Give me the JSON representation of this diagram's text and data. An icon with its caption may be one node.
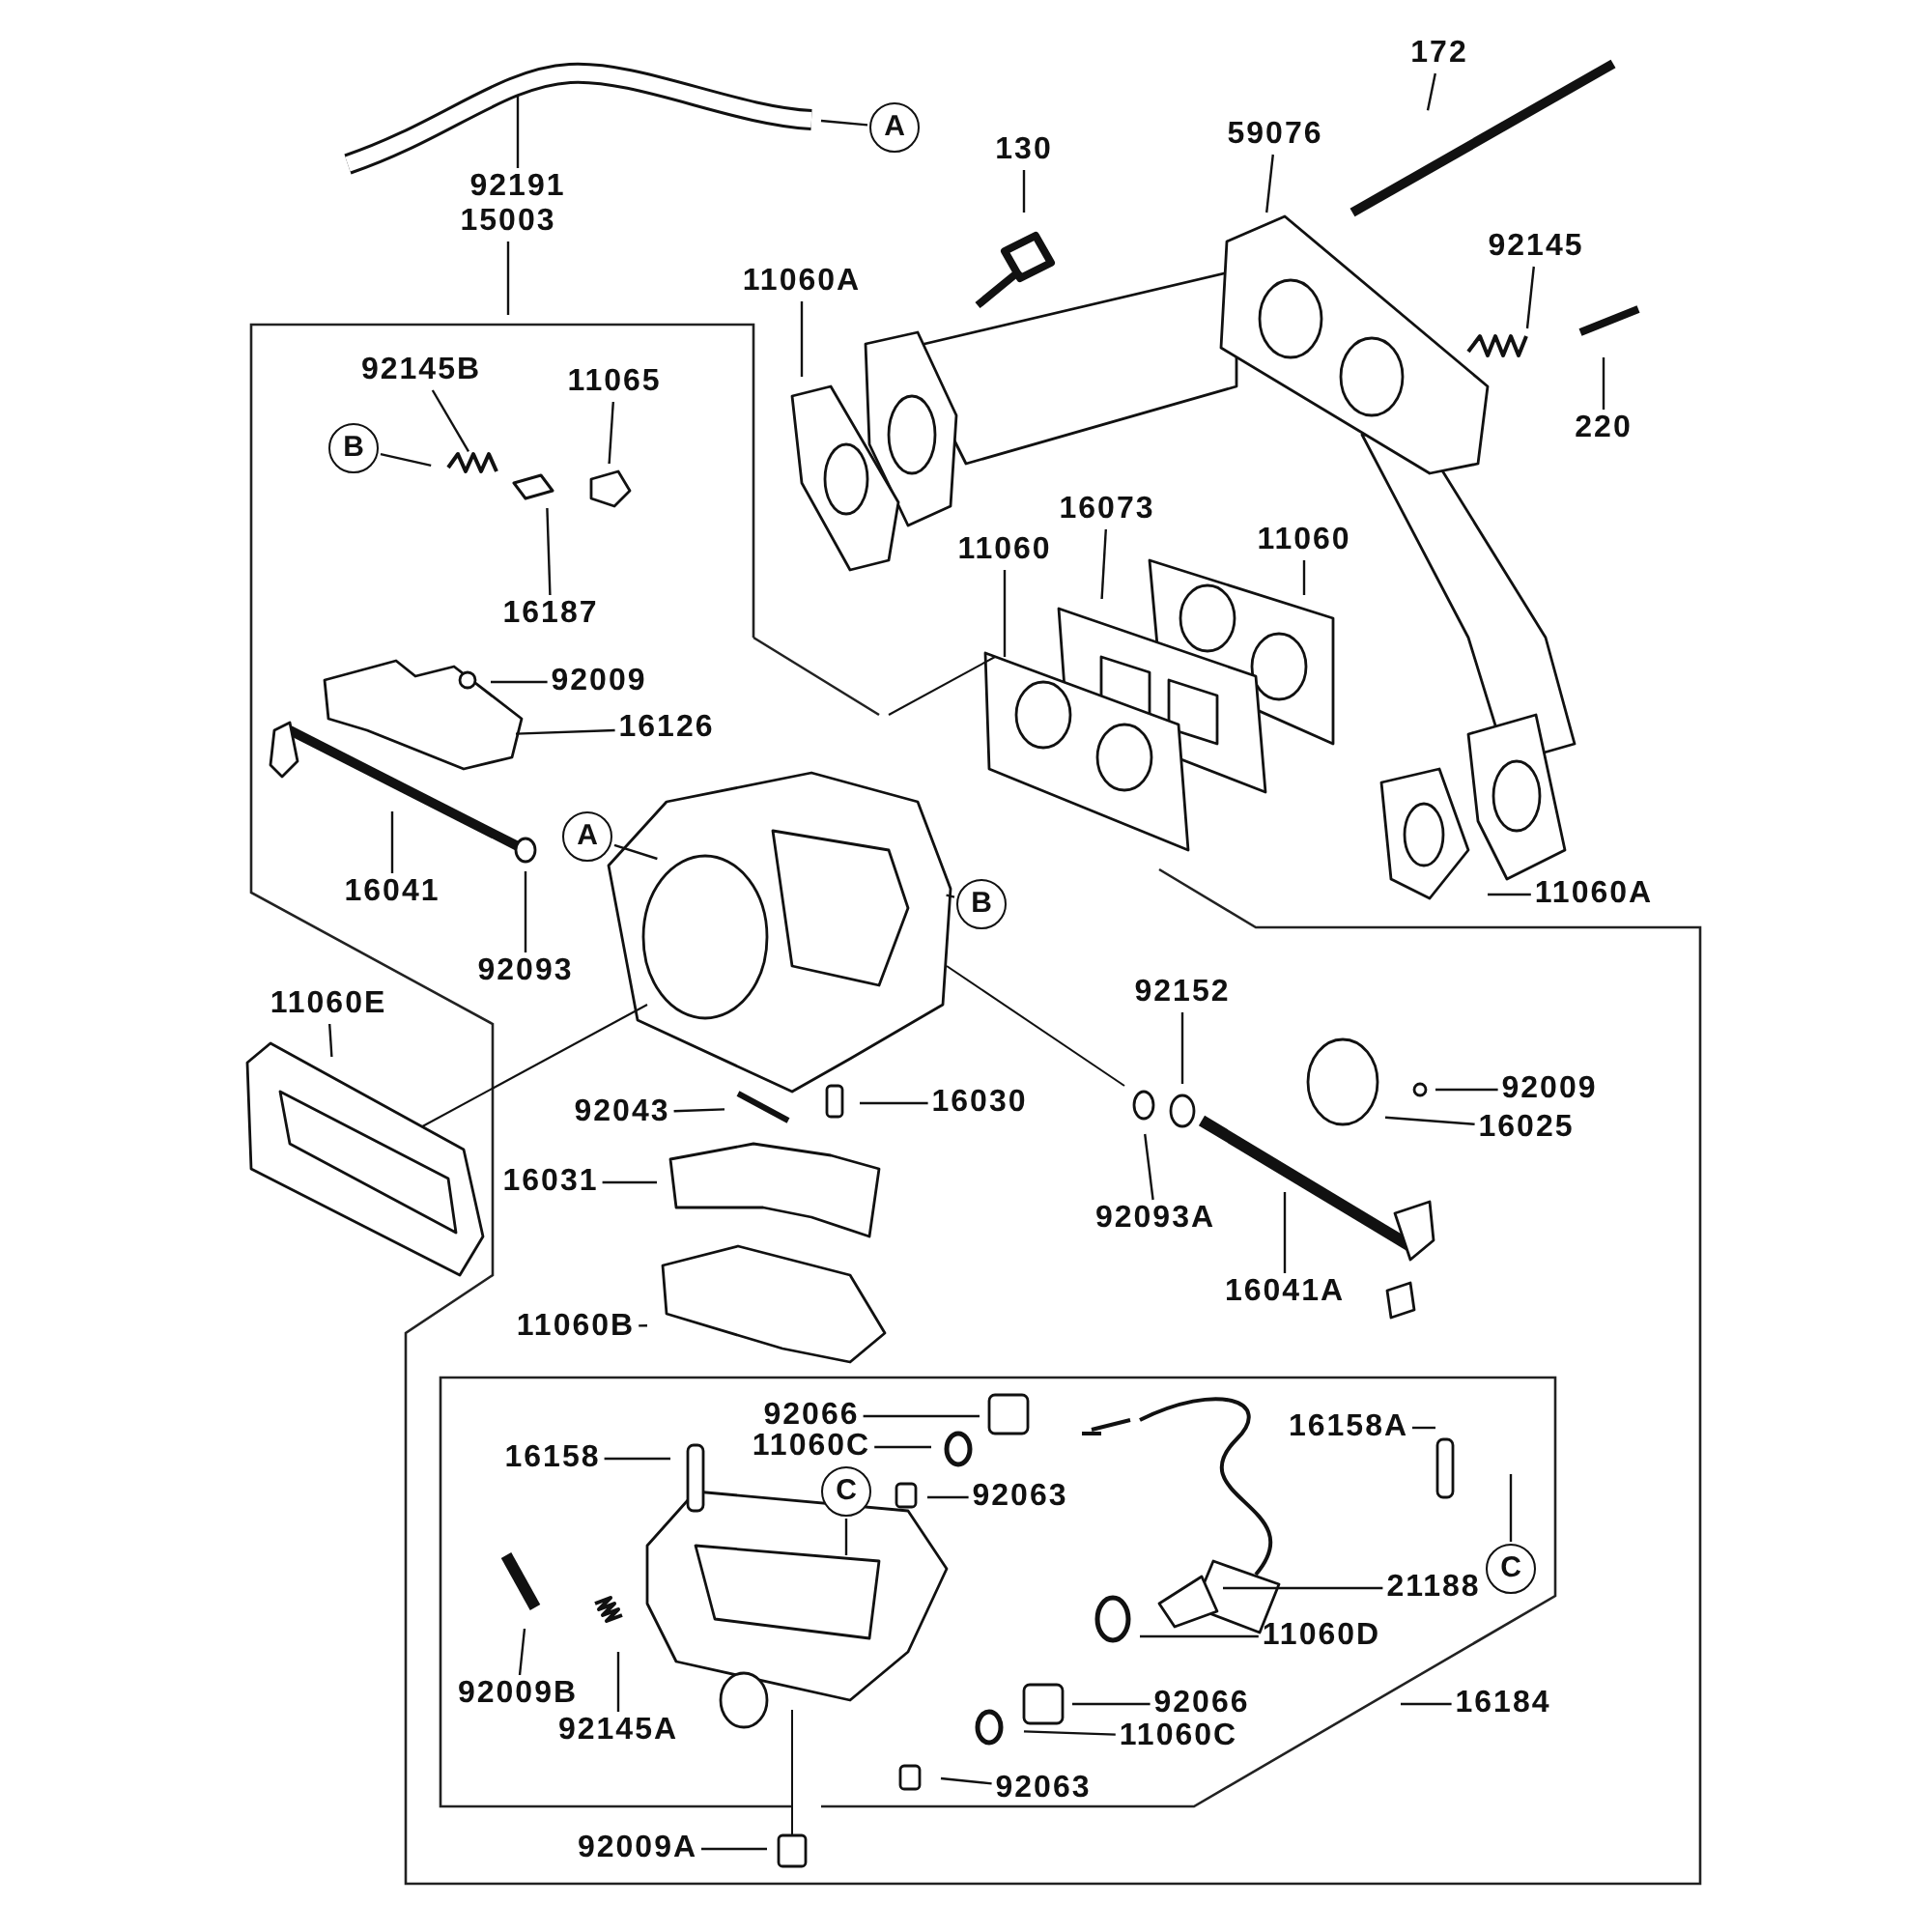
{
  "diagram": {
    "nodes": [
      {
        "text": [
          "172"
        ]
      },
      {
        "text": [
          "59076"
        ]
      },
      {
        "text": [
          "130"
        ]
      },
      {
        "text": [
          "92145"
        ]
      },
      {
        "text": [
          "11060A"
        ]
      },
      {
        "text": [
          "220"
        ]
      },
      {
        "text": [
          "92191"
        ]
      },
      {
        "text": [
          "A"
        ]
      },
      {
        "text": [
          "15003"
        ]
      },
      {
        "text": [
          "92145B"
        ]
      },
      {
        "text": [
          "11065"
        ]
      },
      {
        "text": [
          "B"
        ]
      },
      {
        "text": [
          "16187"
        ]
      },
      {
        "text": [
          "16073"
        ]
      },
      {
        "text": [
          "11060"
        ]
      },
      {
        "text": [
          "11060"
        ]
      },
      {
        "text": [
          "92009"
        ]
      },
      {
        "text": [
          "16126"
        ]
      },
      {
        "text": [
          "A"
        ]
      },
      {
        "text": [
          "B"
        ]
      },
      {
        "text": [
          "16041"
        ]
      },
      {
        "text": [
          "92093"
        ]
      },
      {
        "text": [
          "11060A"
        ]
      },
      {
        "text": [
          "11060E"
        ]
      },
      {
        "text": [
          "92152"
        ]
      },
      {
        "text": [
          "92009"
        ]
      },
      {
        "text": [
          "92043"
        ]
      },
      {
        "text": [
          "16030"
        ]
      },
      {
        "text": [
          "16025"
        ]
      },
      {
        "text": [
          "16031"
        ]
      },
      {
        "text": [
          "92093A"
        ]
      },
      {
        "text": [
          "16041A"
        ]
      },
      {
        "text": [
          "11060B"
        ]
      },
      {
        "text": [
          "92066"
        ]
      },
      {
        "text": [
          "11060C"
        ]
      },
      {
        "text": [
          "16158"
        ]
      },
      {
        "text": [
          "C"
        ]
      },
      {
        "text": [
          "92063"
        ]
      },
      {
        "text": [
          "16158A"
        ]
      },
      {
        "text": [
          "21188"
        ]
      },
      {
        "text": [
          "C"
        ]
      },
      {
        "text": [
          "11060D"
        ]
      },
      {
        "text": [
          "92009B"
        ]
      },
      {
        "text": [
          "92145A"
        ]
      },
      {
        "text": [
          "92066"
        ]
      },
      {
        "text": [
          "11060C"
        ]
      },
      {
        "text": [
          "16184"
        ]
      },
      {
        "text": [
          "92063"
        ]
      },
      {
        "text": [
          "92009A"
        ]
      }
    ],
    "edges": [
      {
        "from": 0,
        "to": null,
        "arrow": "none"
      },
      {
        "from": 1,
        "to": null,
        "arrow": "none"
      },
      {
        "from": 2,
        "to": null,
        "arrow": "none"
      },
      {
        "from": 3,
        "to": null,
        "arrow": "none"
      },
      {
        "from": 4,
        "to": null,
        "arrow": "none"
      },
      {
        "from": 5,
        "to": null,
        "arrow": "none"
      },
      {
        "from": 6,
        "to": null,
        "arrow": "none"
      },
      {
        "from": 7,
        "to": null,
        "arrow": "none"
      },
      {
        "from": 8,
        "to": null,
        "arrow": "none"
      },
      {
        "from": 9,
        "to": null,
        "arrow": "none"
      },
      {
        "from": 10,
        "to": null,
        "arrow": "none"
      },
      {
        "from": 11,
        "to": null,
        "arrow": "none"
      },
      {
        "from": 12,
        "to": null,
        "arrow": "none"
      },
      {
        "from": 13,
        "to": null,
        "arrow": "none"
      },
      {
        "from": 14,
        "to": null,
        "arrow": "none"
      },
      {
        "from": 15,
        "to": null,
        "arrow": "none"
      },
      {
        "from": 16,
        "to": null,
        "arrow": "none"
      },
      {
        "from": 17,
        "to": null,
        "arrow": "none"
      },
      {
        "from": 18,
        "to": null,
        "arrow": "none"
      },
      {
        "from": 19,
        "to": null,
        "arrow": "none"
      },
      {
        "from": 20,
        "to": null,
        "arrow": "none"
      },
      {
        "from": 21,
        "to": null,
        "arrow": "none"
      },
      {
        "from": 22,
        "to": null,
        "arrow": "none"
      },
      {
        "from": 23,
        "to": null,
        "arrow": "none"
      },
      {
        "from": 24,
        "to": null,
        "arrow": "none"
      },
      {
        "from": 25,
        "to": null,
        "arrow": "none"
      },
      {
        "from": 26,
        "to": null,
        "arrow": "none"
      },
      {
        "from": 27,
        "to": null,
        "arrow": "none"
      },
      {
        "from": 28,
        "to": null,
        "arrow": "none"
      },
      {
        "from": 29,
        "to": null,
        "arrow": "none"
      },
      {
        "from": 30,
        "to": null,
        "arrow": "none"
      },
      {
        "from": 31,
        "to": null,
        "arrow": "none"
      },
      {
        "from": 32,
        "to": null,
        "arrow": "none"
      },
      {
        "from": 33,
        "to": null,
        "arrow": "none"
      },
      {
        "from": 34,
        "to": null,
        "arrow": "none"
      },
      {
        "from": 35,
        "to": null,
        "arrow": "none"
      },
      {
        "from": 36,
        "to": null,
        "arrow": "none"
      },
      {
        "from": 37,
        "to": null,
        "arrow": "none"
      },
      {
        "from": 38,
        "to": null,
        "arrow": "none"
      },
      {
        "from": 39,
        "to": null,
        "arrow": "none"
      },
      {
        "from": 40,
        "to": null,
        "arrow": "none"
      },
      {
        "from": 41,
        "to": null,
        "arrow": "none"
      },
      {
        "from": 42,
        "to": null,
        "arrow": "none"
      },
      {
        "from": 43,
        "to": null,
        "arrow": "none"
      },
      {
        "from": 44,
        "to": null,
        "arrow": "none"
      },
      {
        "from": 45,
        "to": null,
        "arrow": "none"
      },
      {
        "from": 46,
        "to": null,
        "arrow": "none"
      },
      {
        "from": 47,
        "to": null,
        "arrow": "none"
      },
      {
        "from": 48,
        "to": null,
        "arrow": "none"
      }
    ]
  }
}
